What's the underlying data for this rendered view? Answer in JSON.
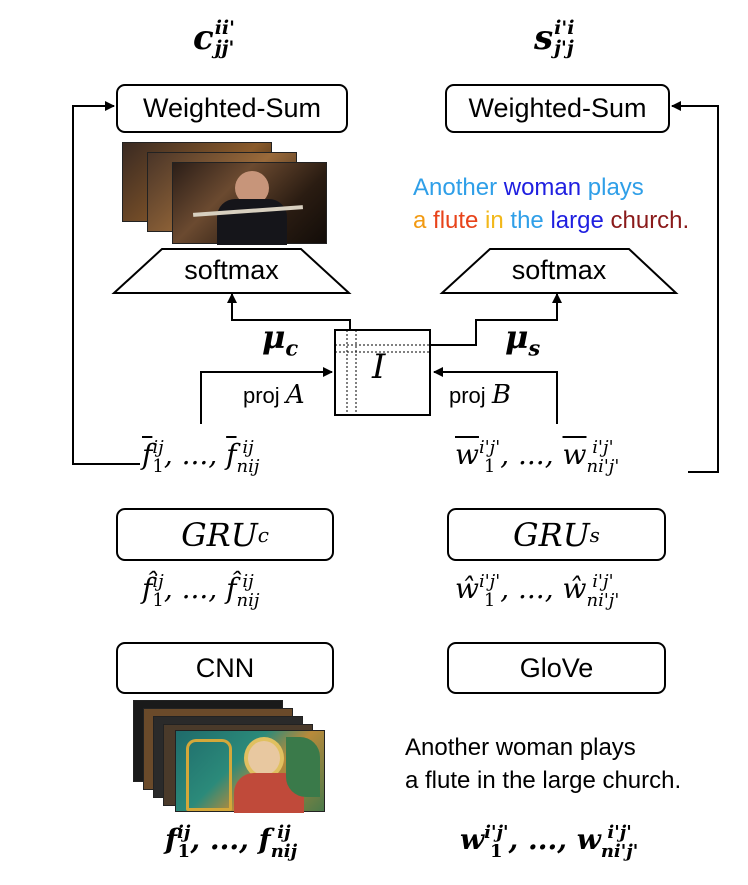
{
  "top_labels": {
    "c": "c",
    "c_sup": "ii'",
    "c_sub": "jj'",
    "s": "s",
    "s_sup": "i'i",
    "s_sub": "j'j"
  },
  "weighted_sum": {
    "left": "Weighted-Sum",
    "right": "Weighted-Sum"
  },
  "softmax": {
    "left": "softmax",
    "right": "softmax"
  },
  "mu": {
    "c": "μ",
    "c_sub": "c",
    "s": "μ",
    "s_sub": "s"
  },
  "interaction": {
    "label": "I"
  },
  "proj": {
    "a_text": "proj",
    "a_var": "A",
    "b_text": "proj",
    "b_var": "B"
  },
  "features": {
    "bar_f": "f̄₁ , ..., f̄ₙᵢⱼ",
    "hat_f": "f̂₁ , ..., f̂ₙᵢⱼ",
    "raw_f": "f₁ , ..., fₙᵢⱼ",
    "f_sup": "ij",
    "f_first_sub": "1",
    "f_last_sub": "nij"
  },
  "words": {
    "bar_w_sup": "i'j'",
    "w_first_sub": "1",
    "w_last_sub": "ni'j'"
  },
  "boxes": {
    "gru_c": "GRU",
    "gru_c_sub": "c",
    "gru_s": "GRU",
    "gru_s_sub": "s",
    "cnn": "CNN",
    "glove": "GloVe"
  },
  "colored_sentence": {
    "words_line1": [
      {
        "text": "Another",
        "color": "#2f9fe8"
      },
      {
        "text": " woman",
        "color": "#1f1fe0"
      },
      {
        "text": " plays",
        "color": "#2f9fe8"
      }
    ],
    "words_line2": [
      {
        "text": "a",
        "color": "#f29a12"
      },
      {
        "text": " flute",
        "color": "#e8431a"
      },
      {
        "text": " in",
        "color": "#f2b81a"
      },
      {
        "text": " the",
        "color": "#2f9fe8"
      },
      {
        "text": " large",
        "color": "#1f1fe0"
      },
      {
        "text": " church.",
        "color": "#8a1a1a"
      }
    ]
  },
  "plain_sentence": {
    "line1": "Another woman plays",
    "line2": "a flute in the large church."
  }
}
